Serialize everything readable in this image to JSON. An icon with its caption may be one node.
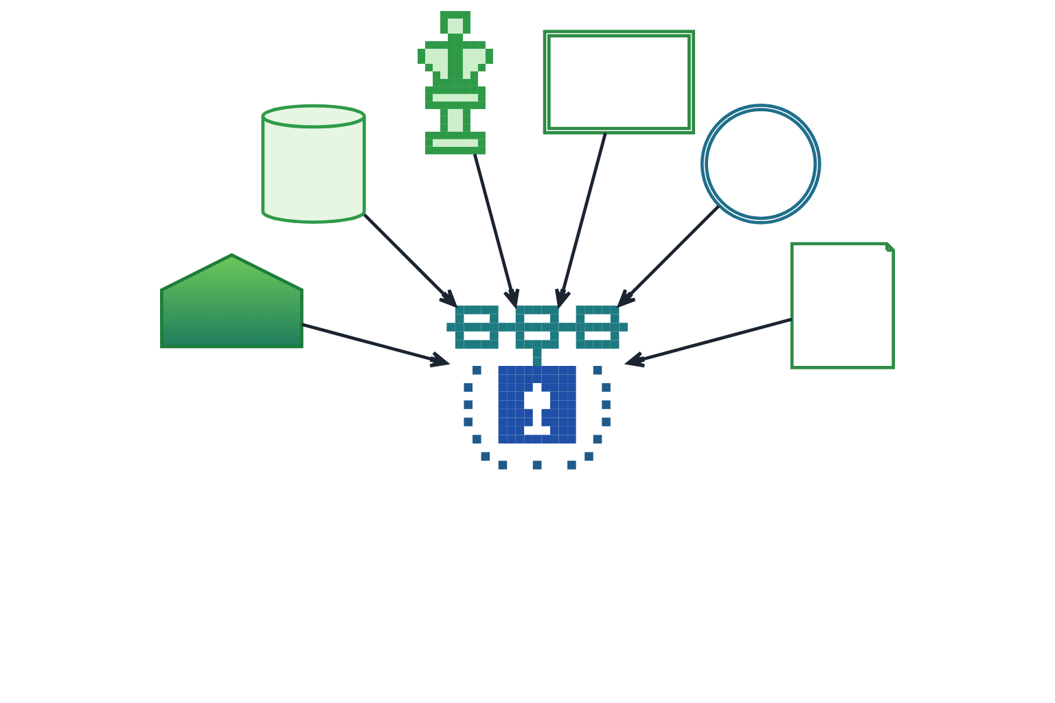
{
  "diagram": {
    "nodes": [
      {
        "text": [],
        "shape": "picture"
      },
      {
        "text": [],
        "shape": "picture"
      },
      {
        "text": [],
        "shape": "picture"
      },
      {
        "text": [],
        "shape": "picture"
      },
      {
        "text": [],
        "shape": "picture"
      },
      {
        "text": [],
        "shape": "picture"
      },
      {
        "text": [],
        "shape": "picture"
      }
    ],
    "edges": [
      {
        "from": 0,
        "to": 5,
        "arrow": "to"
      },
      {
        "from": 1,
        "to": 5,
        "arrow": "to"
      },
      {
        "from": 2,
        "to": 5,
        "arrow": "to"
      },
      {
        "from": 3,
        "to": 5,
        "arrow": "to"
      },
      {
        "from": 4,
        "to": 5,
        "arrow": "to"
      },
      {
        "from": 6,
        "to": 5,
        "arrow": "to"
      }
    ]
  }
}
